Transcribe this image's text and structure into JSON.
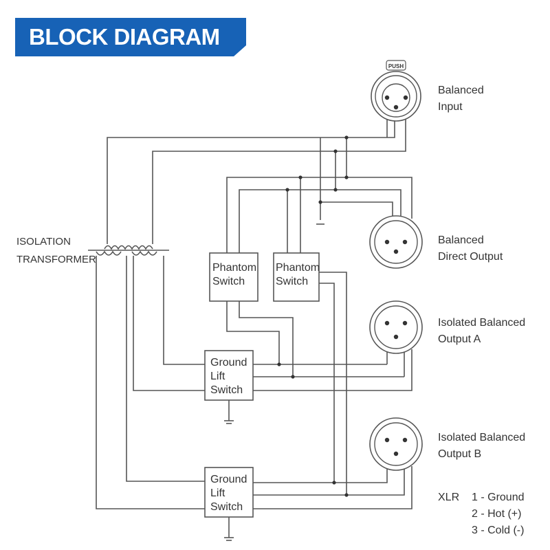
{
  "header": {
    "title": "BLOCK DIAGRAM"
  },
  "colors": {
    "banner": "#1762b6",
    "wire": "#555555",
    "text": "#333333"
  },
  "connectors": {
    "input": {
      "label_line1": "Balanced",
      "label_line2": "Input",
      "latch_text": "PUSH"
    },
    "direct_output": {
      "label_line1": "Balanced",
      "label_line2": "Direct Output"
    },
    "output_a": {
      "label_line1": "Isolated Balanced",
      "label_line2": "Output  A"
    },
    "output_b": {
      "label_line1": "Isolated Balanced",
      "label_line2": "Output  B"
    }
  },
  "transformer": {
    "label_line1": "ISOLATION",
    "label_line2": "TRANSFORMER"
  },
  "phantom_switch_1": {
    "line1": "Phantom",
    "line2": "Switch"
  },
  "phantom_switch_2": {
    "line1": "Phantom",
    "line2": "Switch"
  },
  "ground_lift_1": {
    "line1": "Ground",
    "line2": "Lift",
    "line3": "Switch"
  },
  "ground_lift_2": {
    "line1": "Ground",
    "line2": "Lift",
    "line3": "Switch"
  },
  "legend": {
    "title": "XLR",
    "pins": [
      "1 - Ground",
      "2 - Hot (+)",
      "3 - Cold (-)"
    ]
  }
}
